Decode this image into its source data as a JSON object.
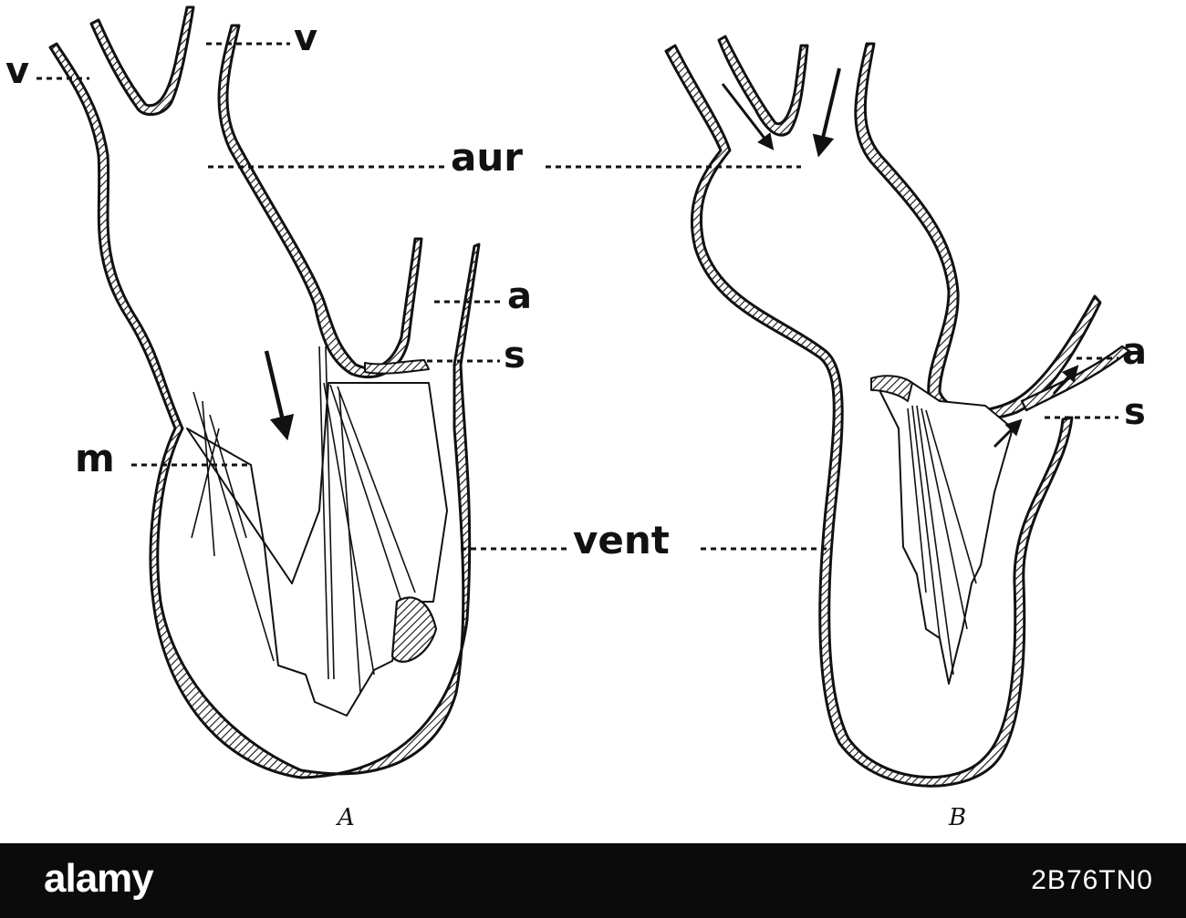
{
  "labels": {
    "v_left": "v",
    "v_top": "v",
    "aur": "aur",
    "a_left": "a",
    "s_left": "s",
    "m": "m",
    "vent": "vent",
    "a_right": "a",
    "s_right": "s"
  },
  "captions": {
    "left": "A",
    "right": "B"
  },
  "footer": {
    "logo": "alamy",
    "image_code": "2B76TN0"
  },
  "colors": {
    "ink": "#111111",
    "bar": "#0b0b0b"
  }
}
